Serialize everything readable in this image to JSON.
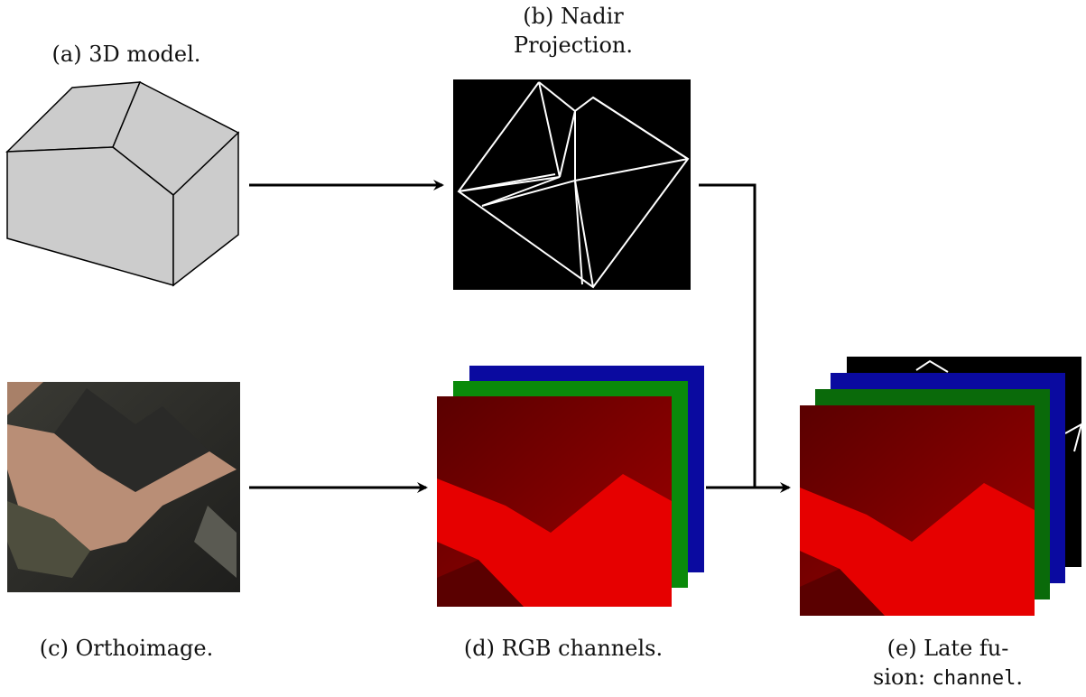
{
  "captions": {
    "a": "(a) 3D model.",
    "b_line1": "(b) Nadir",
    "b_line2": "Projection.",
    "c": "(c) Orthoimage.",
    "d": "(d) RGB channels.",
    "e_line1": "(e) Late fu-",
    "e_line2_prefix": "sion: ",
    "e_line2_code": "channel",
    "e_line2_suffix": "."
  },
  "colors": {
    "roof_fill": "#cccccc",
    "stroke": "#000000",
    "projection_bg": "#000000",
    "projection_lines": "#ffffff",
    "red_channel": "#e00000",
    "green_channel": "#0a8a0a",
    "blue_channel": "#0a0aa0",
    "ortho_roof": "#b88a72",
    "ortho_dark": "#2e2e2a"
  }
}
